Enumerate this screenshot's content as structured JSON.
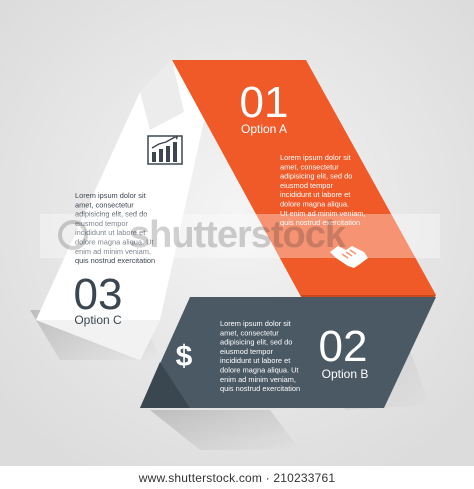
{
  "colors": {
    "orange": "#f05a28",
    "slate": "#4a5964",
    "white": "#ffffff",
    "dark_text": "#3b4650",
    "background": "#e7e7e7"
  },
  "segments": [
    {
      "number": "01",
      "option": "Option A",
      "color": "orange",
      "icon": "handshake-icon",
      "body": [
        "Lorem ipsum dolor sit",
        "amet, consectetur",
        "adipisicing elit, sed do",
        "eiusmod tempor",
        "incididunt ut labore et",
        "dolore magna aliqua.",
        "Ut enim ad minim veniam,",
        "quis nostrud exercitation"
      ]
    },
    {
      "number": "02",
      "option": "Option B",
      "color": "slate",
      "icon": "dollar-icon",
      "body": [
        "Lorem ipsum dolor sit",
        "amet, consectetur",
        "adipisicing elit, sed do",
        "eiusmod tempor",
        "incididunt ut labore et",
        "dolore magna aliqua. Ut",
        "enim ad minim veniam,",
        "quis nostrud exercitation"
      ]
    },
    {
      "number": "03",
      "option": "Option C",
      "color": "white",
      "icon": "bar-chart-icon",
      "body": [
        "Lorem ipsum dolor sit",
        "amet, consectetur",
        "adipisicing elit, sed do",
        "eiusmod tempor",
        "incididunt ut labore et",
        "dolore magna aliqua. Ut",
        "enim ad minim veniam,",
        "quis nostrud exercitation"
      ]
    }
  ],
  "watermark": "shutterstock",
  "footer": "www.shutterstock.com · 210233761"
}
